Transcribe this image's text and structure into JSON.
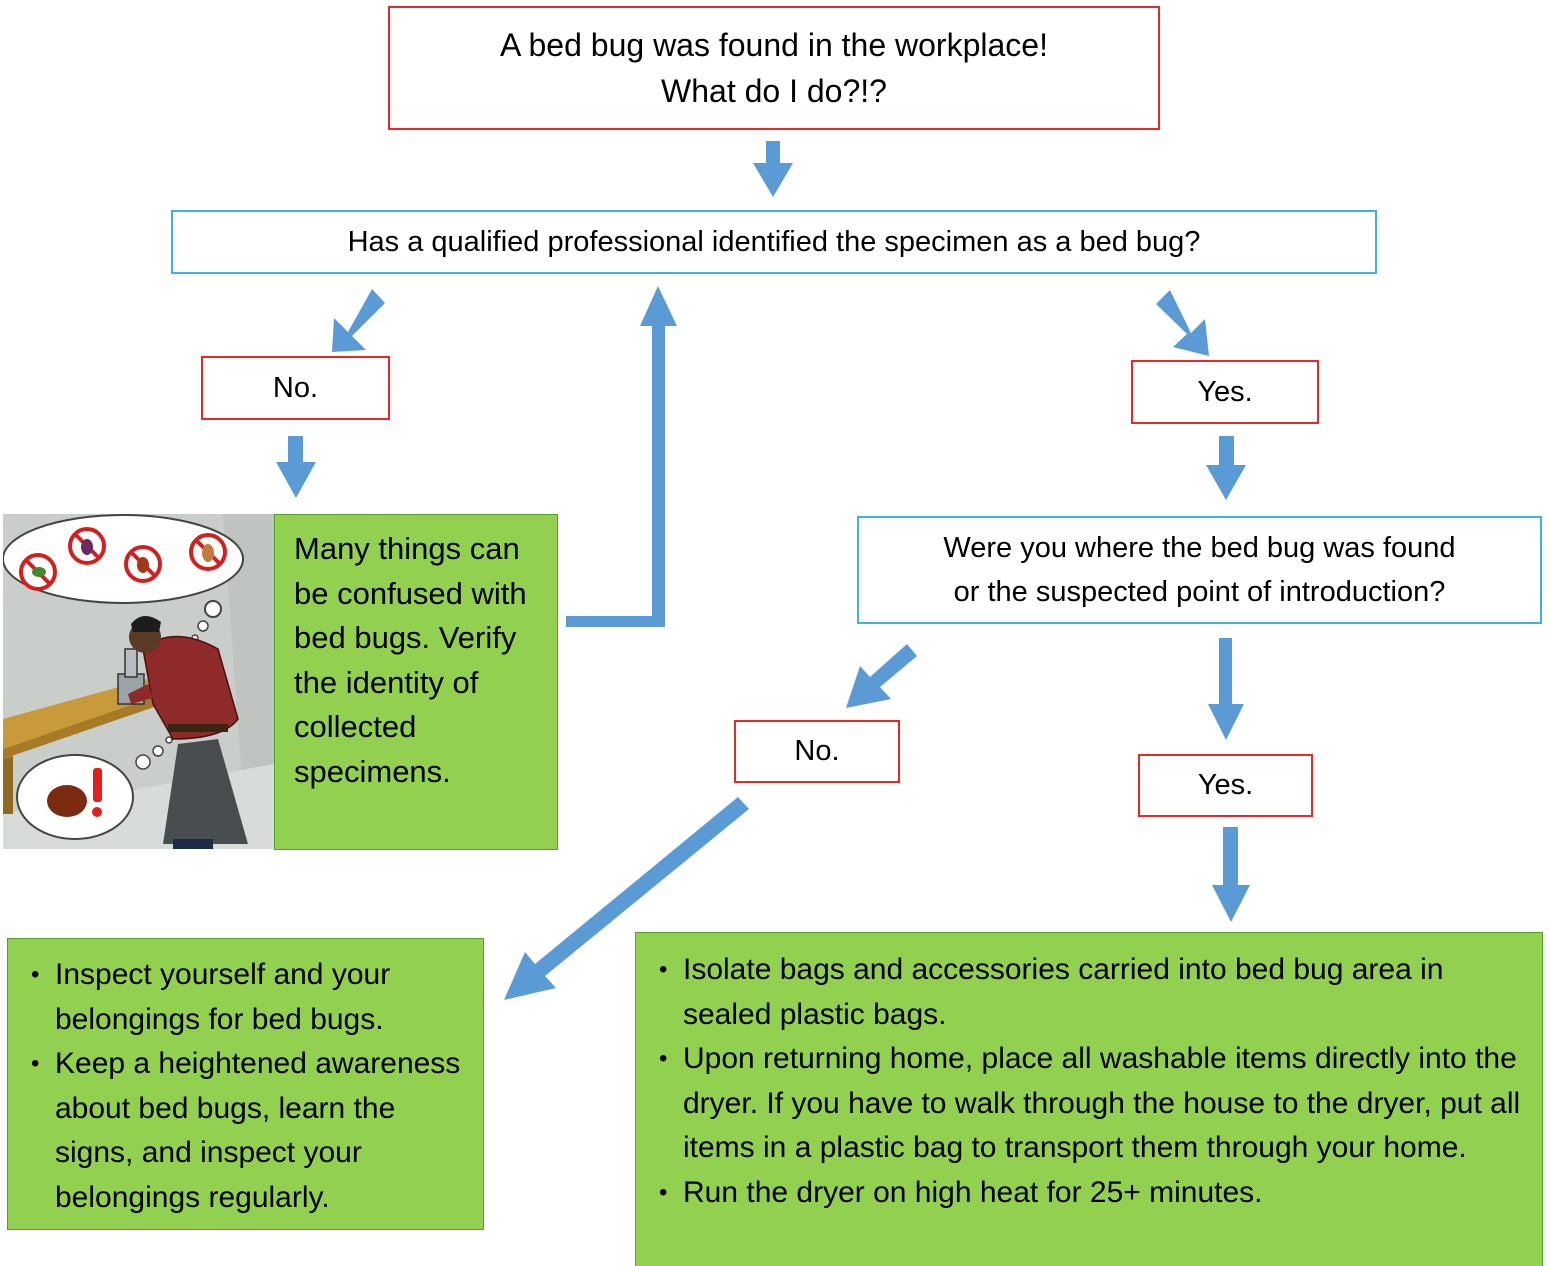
{
  "start": {
    "line1": "A bed bug was found in the workplace!",
    "line2": "What do I do?!?"
  },
  "question1": "Has a qualified professional identified the specimen as a bed bug?",
  "q1_no": "No.",
  "q1_yes": "Yes.",
  "identify_box": "Many things can be confused with bed bugs. Verify the identity of collected specimens.",
  "question2": {
    "line1": "Were you where the bed bug was found",
    "line2": "or the suspected point of introduction?"
  },
  "q2_no": "No.",
  "q2_yes": "Yes.",
  "no_actions": [
    "Inspect yourself and your belongings for bed bugs.",
    "Keep a heightened awareness about bed bugs, learn the signs, and inspect your belongings regularly."
  ],
  "yes_actions": [
    "Isolate bags and accessories carried into bed bug area in sealed plastic bags.",
    "Upon returning home, place all washable items directly into the dryer. If you have to walk through the house to the dryer, put all items in a plastic bag to transport them through your home.",
    "Run the dryer on high heat for 25+ minutes."
  ],
  "colors": {
    "red_border": "#e32b2b",
    "blue_border": "#3fb4d8",
    "green_fill": "#92d050",
    "arrow": "#5b9bd5"
  }
}
